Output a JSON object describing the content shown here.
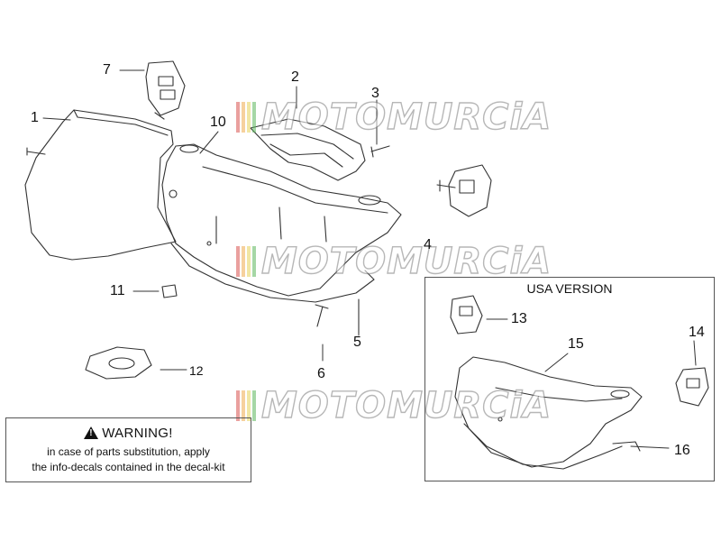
{
  "watermark": {
    "text": "MOTOMURCiA",
    "stripe_colors": [
      "#d9534f",
      "#f0ad4e",
      "#e6d35a",
      "#5cb85c"
    ]
  },
  "callouts": [
    {
      "id": "1",
      "label": "1"
    },
    {
      "id": "2",
      "label": "2"
    },
    {
      "id": "3",
      "label": "3"
    },
    {
      "id": "4",
      "label": "4"
    },
    {
      "id": "5",
      "label": "5"
    },
    {
      "id": "6",
      "label": "6"
    },
    {
      "id": "7",
      "label": "7"
    },
    {
      "id": "10",
      "label": "10"
    },
    {
      "id": "11",
      "label": "11"
    },
    {
      "id": "12",
      "label": "12"
    },
    {
      "id": "13",
      "label": "13"
    },
    {
      "id": "14",
      "label": "14"
    },
    {
      "id": "15",
      "label": "15"
    },
    {
      "id": "16",
      "label": "16"
    }
  ],
  "usa_box": {
    "title": "USA VERSION"
  },
  "warning": {
    "title": "WARNING!",
    "icon": "warning-triangle-icon",
    "line1": "in case of parts substitution, apply",
    "line2": "the info-decals contained in the decal-kit"
  }
}
